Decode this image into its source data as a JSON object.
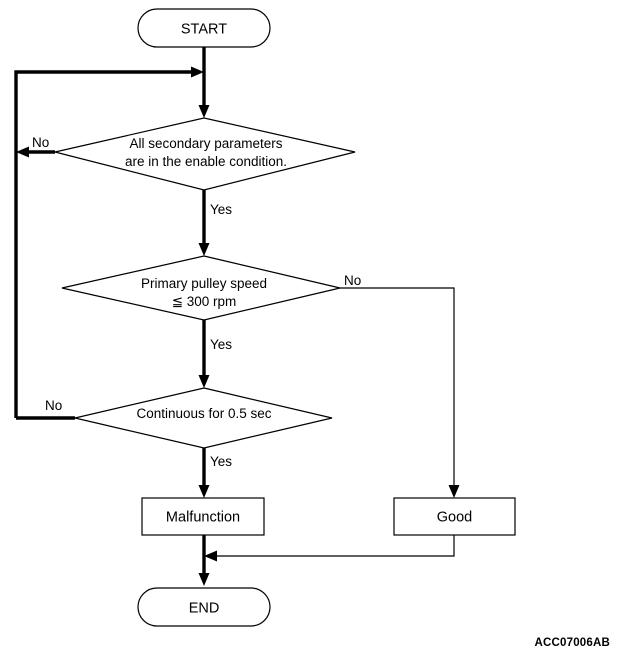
{
  "diagram": {
    "type": "flowchart",
    "reference_code": "ACC07006AB",
    "nodes": {
      "start": {
        "label": "START",
        "shape": "terminator"
      },
      "decision_1": {
        "line1": "All secondary parameters",
        "line2": "are in the enable condition.",
        "shape": "decision"
      },
      "decision_2": {
        "line1": "Primary pulley speed",
        "line2": "≦ 300 rpm",
        "shape": "decision"
      },
      "decision_3": {
        "line1": "Continuous for 0.5 sec",
        "shape": "decision"
      },
      "result_malfunction": {
        "label": "Malfunction",
        "shape": "process"
      },
      "result_good": {
        "label": "Good",
        "shape": "process"
      },
      "end": {
        "label": "END",
        "shape": "terminator"
      }
    },
    "branch_labels": {
      "d1_no": "No",
      "d1_yes": "Yes",
      "d2_no": "No",
      "d2_yes": "Yes",
      "d3_no": "No",
      "d3_yes": "Yes"
    },
    "colors": {
      "stroke": "#000000",
      "fill": "#ffffff",
      "text": "#000000"
    }
  }
}
